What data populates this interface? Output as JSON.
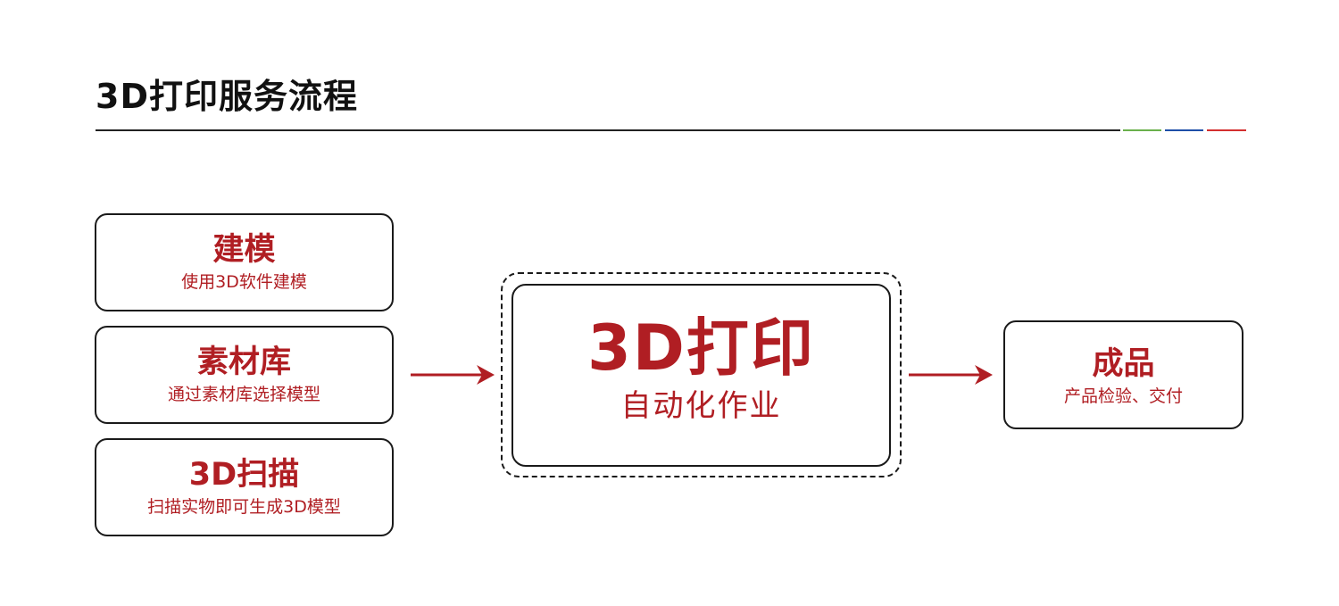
{
  "page_title": "3D打印服务流程",
  "colors": {
    "accent_red": "#b01e23",
    "line_dark": "#1a1a1a",
    "stripe_green": "#6ab04c",
    "stripe_blue": "#1e4fa8",
    "stripe_red": "#d32f2f"
  },
  "inputs": [
    {
      "title": "建模",
      "subtitle": "使用3D软件建模"
    },
    {
      "title": "素材库",
      "subtitle": "通过素材库选择模型"
    },
    {
      "title": "3D扫描",
      "subtitle": "扫描实物即可生成3D模型"
    }
  ],
  "process": {
    "title": "3D打印",
    "subtitle": "自动化作业"
  },
  "result": {
    "title": "成品",
    "subtitle": "产品检验、交付"
  },
  "connectors": [
    {
      "from": "inputs",
      "to": "process",
      "icon": "arrow-right-icon"
    },
    {
      "from": "process",
      "to": "result",
      "icon": "arrow-right-icon"
    }
  ]
}
